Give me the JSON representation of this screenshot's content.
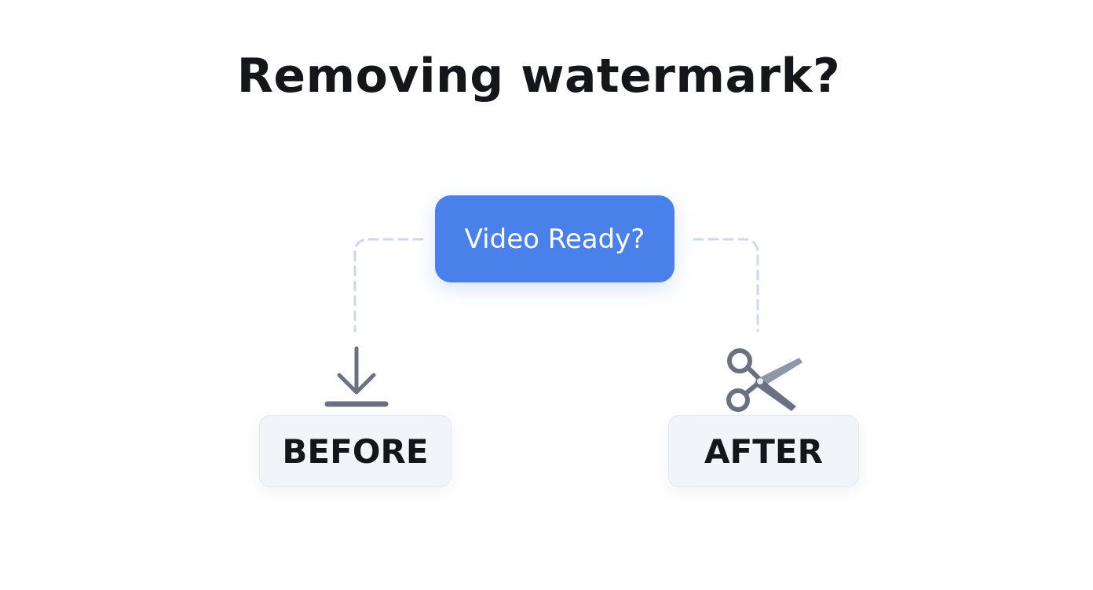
{
  "title": "Removing watermark?",
  "center_node": {
    "label": "Video Ready?"
  },
  "before": {
    "label": "BEFORE",
    "icon": "download-arrow-icon"
  },
  "after": {
    "label": "AFTER",
    "icon": "scissors-icon"
  },
  "colors": {
    "accent": "#4a80ea",
    "connector": "#c9d9ef",
    "icon": "#6b7180",
    "box_fill": "#f1f4f9",
    "text": "#15161a"
  }
}
